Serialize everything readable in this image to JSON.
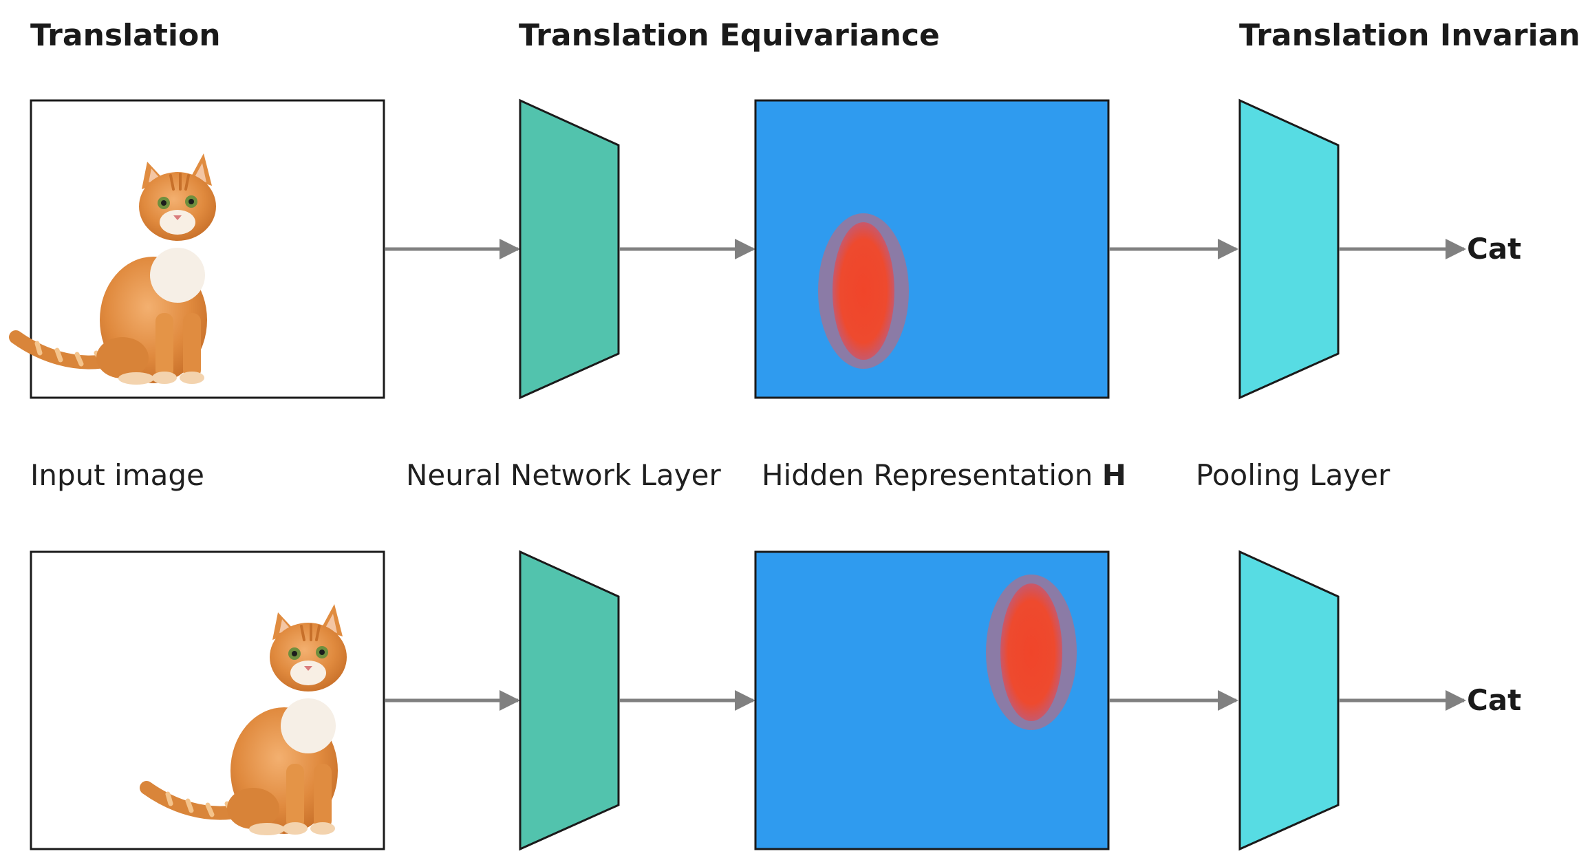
{
  "headings": {
    "translation": "Translation",
    "equivariance": "Translation Equivariance",
    "invariance": "Translation Invariance"
  },
  "captions": {
    "input_image": "Input image",
    "nn_layer": "Neural Network Layer",
    "hidden_rep_prefix": "Hidden Representation ",
    "hidden_rep_symbol": "H",
    "pooling_layer": "Pooling Layer"
  },
  "rows": [
    {
      "cat_position": "left",
      "blob_position": "left",
      "output": "Cat"
    },
    {
      "cat_position": "right",
      "blob_position": "right",
      "output": "Cat"
    }
  ],
  "colors": {
    "nn_layer": "#52c3ad",
    "hidden_rep": "#2f9bef",
    "activation": "#ee4a2e",
    "activation_halo": "#8b7ba6",
    "pooling_layer": "#57dce3",
    "arrow": "#808080",
    "outline": "#1a1a1a"
  },
  "icons": {
    "input_picture": "cat-photo",
    "arrow": "right-arrow-icon"
  }
}
